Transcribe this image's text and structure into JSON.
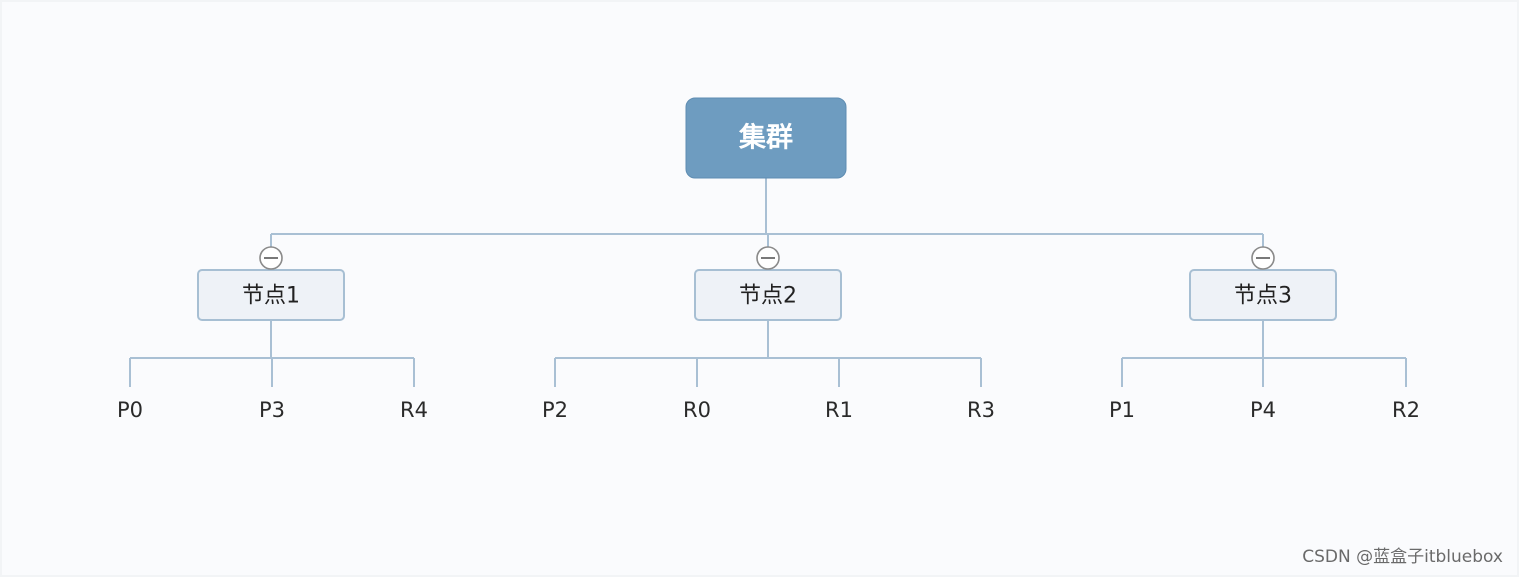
{
  "diagram": {
    "root": {
      "label": "集群"
    },
    "nodes": [
      {
        "label": "节点1",
        "children": [
          "P0",
          "P3",
          "R4"
        ]
      },
      {
        "label": "节点2",
        "children": [
          "P2",
          "R0",
          "R1",
          "R3"
        ]
      },
      {
        "label": "节点3",
        "children": [
          "P1",
          "P4",
          "R2"
        ]
      }
    ]
  },
  "colors": {
    "root_fill": "#6e9cc0",
    "node_fill": "#eef2f7",
    "node_border": "#a7bfd3",
    "connector": "#a9c0d4"
  },
  "watermark": "CSDN @蓝盒子itbluebox"
}
